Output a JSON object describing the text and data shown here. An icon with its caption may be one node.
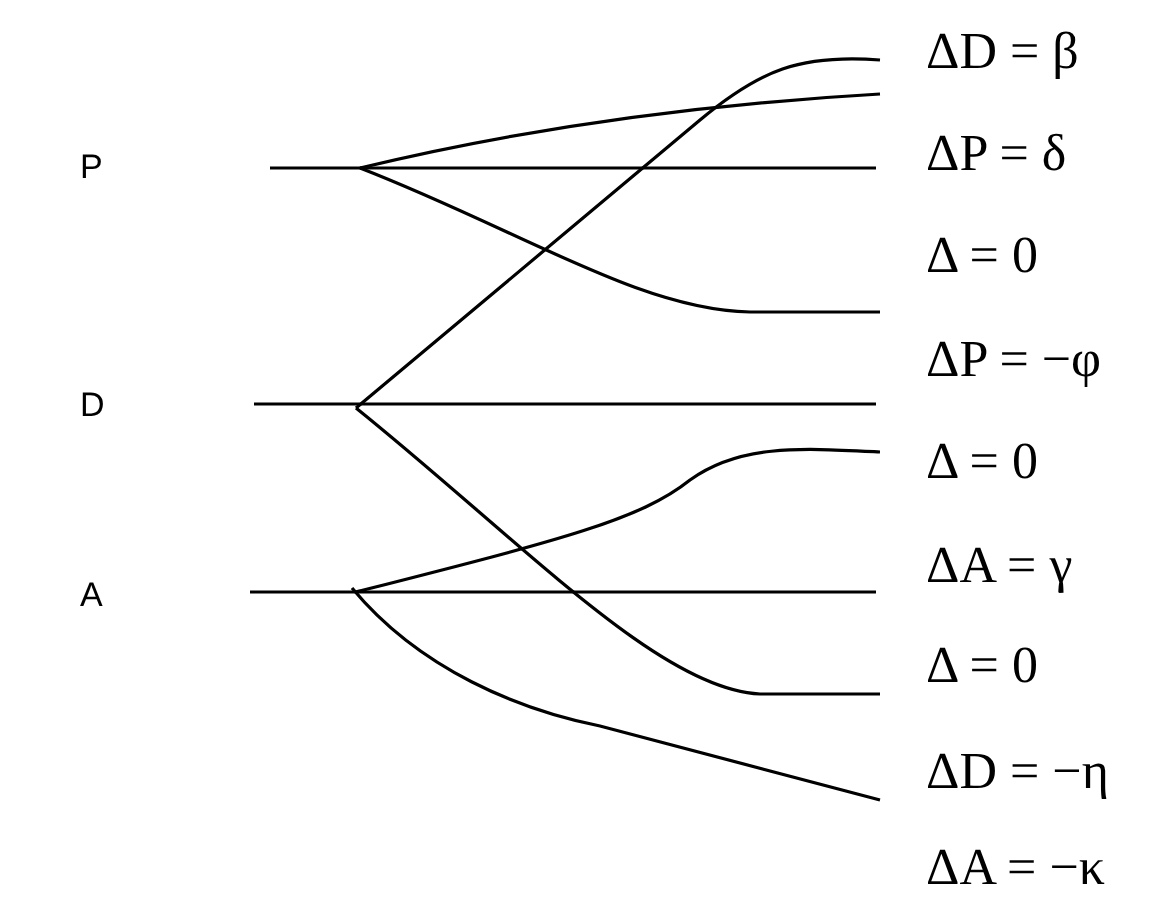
{
  "diagram": {
    "labels": [
      "ΔD = β",
      "P",
      "ΔP = δ",
      "Δ = 0",
      "ΔP = −φ",
      "D",
      "Δ = 0",
      "ΔA = γ",
      "A",
      "Δ = 0",
      "ΔD = −η",
      "ΔA = −κ"
    ]
  }
}
